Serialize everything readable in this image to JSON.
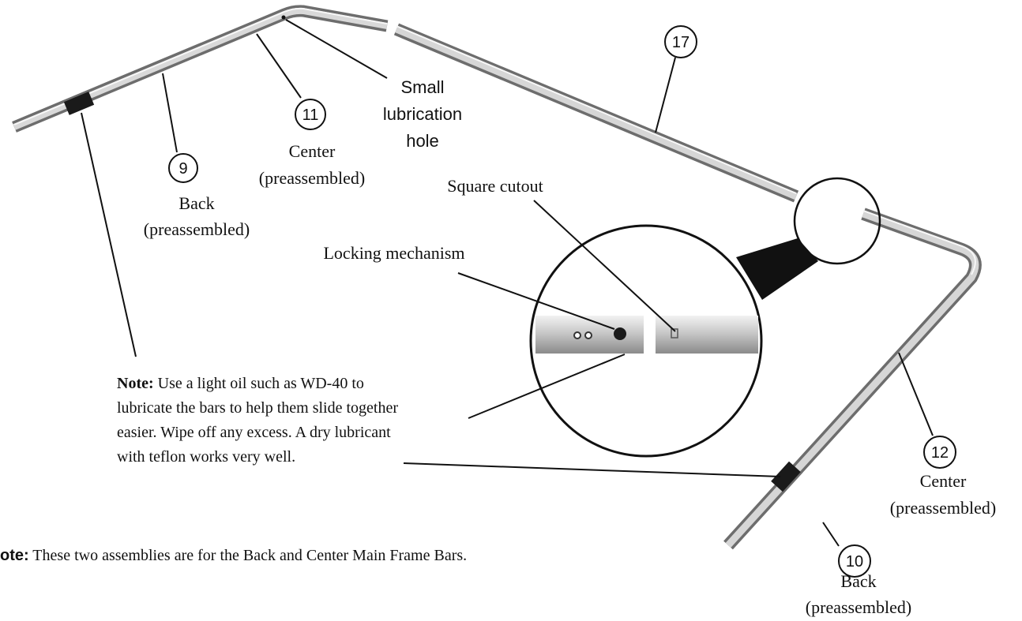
{
  "callouts": {
    "c9": "9",
    "c11": "11",
    "c17": "17",
    "c12": "12",
    "c10": "10"
  },
  "labels": {
    "back_left_1": "Back",
    "back_left_2": "(preassembled)",
    "center_left_1": "Center",
    "center_left_2": "(preassembled)",
    "lube_1": "Small",
    "lube_2": "lubrication",
    "lube_3": "hole",
    "square_cutout": "Square cutout",
    "locking_mechanism": "Locking mechanism",
    "center_right_1": "Center",
    "center_right_2": "(preassembled)",
    "back_right_1": "Back",
    "back_right_2": "(preassembled)"
  },
  "note_oil": {
    "bold": "Note:",
    "line1": " Use a light oil such as WD-40 to",
    "line2": "lubricate the bars to help them slide together",
    "line3": "easier. Wipe off any excess. A dry lubricant",
    "line4": "with teflon works very well."
  },
  "note_bottom": {
    "bold": "ote:",
    "text": " These two assemblies are for the Back and Center Main Frame Bars."
  }
}
